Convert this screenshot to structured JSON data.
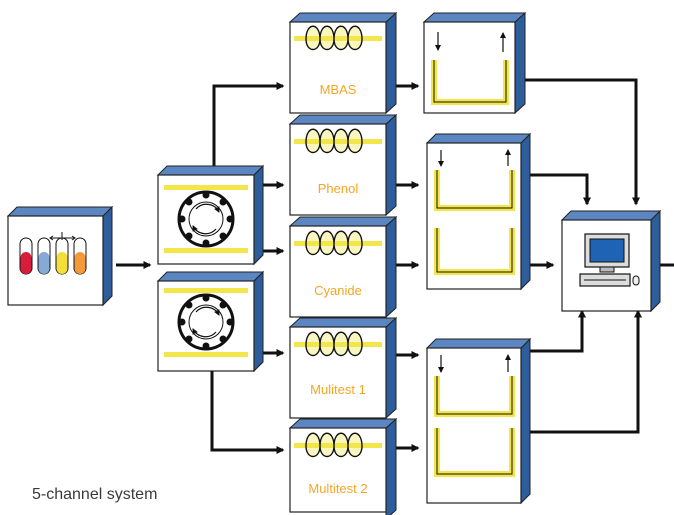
{
  "caption": "5-channel system",
  "modules": [
    {
      "label": "MBAS"
    },
    {
      "label": "Phenol"
    },
    {
      "label": "Cyanide"
    },
    {
      "label": "Mulitest 1"
    },
    {
      "label": "Multitest 2"
    }
  ],
  "colors": {
    "box_fill": "#ffffff",
    "box_border": "#222222",
    "side_face": "#2e5d9c",
    "side_face_light": "#5b86c2",
    "label": "#f6a623",
    "coil": "#f2e64a",
    "tube_fill": "#f7f08a",
    "arrow": "#111111",
    "sample_red": "#d81d3b",
    "sample_blue": "#86a9d6",
    "sample_yellow": "#f4df3a",
    "sample_orange": "#f49a3a"
  },
  "icons": [
    "sampler-icon",
    "pump-icon",
    "coil-icon",
    "flow-cell-icon",
    "computer-icon"
  ]
}
